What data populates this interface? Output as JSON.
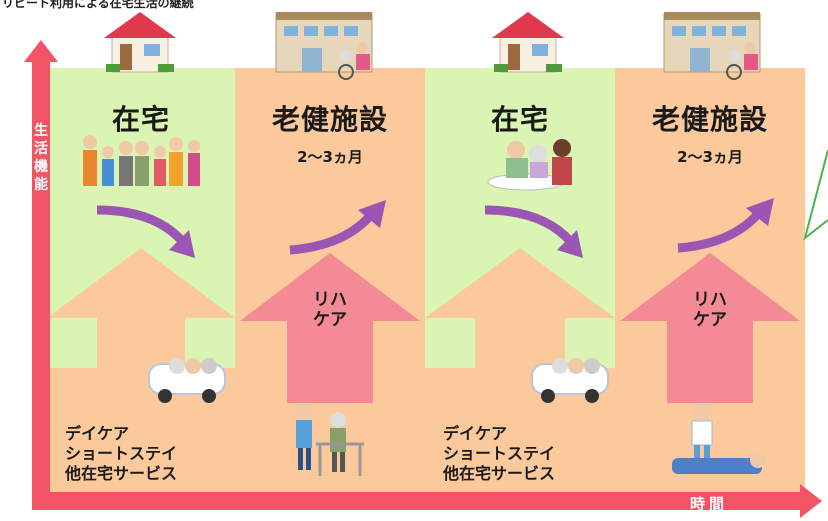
{
  "page_title": "リピート利用による在宅生活の継続",
  "axes": {
    "vertical_label": "生活機能",
    "horizontal_label": "時間"
  },
  "colors": {
    "home_panel": "#d9f4b3",
    "care_panel": "#fbc99c",
    "axis": "#f25466",
    "decline_arrow": "#9b55b3",
    "rehab_arrow": "#f48a95",
    "support_arrow": "#fbc99c"
  },
  "stages": [
    {
      "type": "home",
      "heading": "在宅",
      "services": [
        "デイケア",
        "ショートステイ",
        "他在宅サービス"
      ],
      "trend": "decline"
    },
    {
      "type": "care",
      "heading": "老健施設",
      "period": "2～3ヵ月",
      "rehab_label": [
        "リハ",
        "ケア"
      ],
      "trend": "improve"
    },
    {
      "type": "home",
      "heading": "在宅",
      "services": [
        "デイケア",
        "ショートステイ",
        "他在宅サービス"
      ],
      "trend": "decline"
    },
    {
      "type": "care",
      "heading": "老健施設",
      "period": "2～3ヵ月",
      "rehab_label": [
        "リハ",
        "ケア"
      ],
      "trend": "improve"
    }
  ],
  "icons": [
    "house-icon",
    "care-facility-icon",
    "family-icon",
    "van-icon",
    "rehab-walking-icon",
    "bed-care-icon",
    "speech-bubble-icon"
  ]
}
